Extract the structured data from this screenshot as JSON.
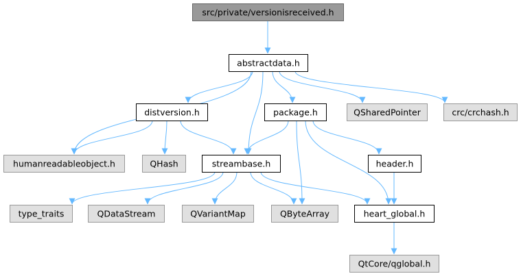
{
  "diagram": {
    "colors": {
      "edge": "#63b8ff",
      "node_border": "#000000",
      "node_fill": "#ffffff",
      "external_fill": "#e0e0e0",
      "external_border": "#999999",
      "root_fill": "#999999",
      "root_border": "#666666",
      "text": "#000000"
    },
    "nodes": [
      {
        "id": "versionisreceived",
        "label": "src/private/versionisreceived.h",
        "kind": "root"
      },
      {
        "id": "abstractdata",
        "label": "abstractdata.h",
        "kind": "internal"
      },
      {
        "id": "distversion",
        "label": "distversion.h",
        "kind": "internal"
      },
      {
        "id": "package",
        "label": "package.h",
        "kind": "internal"
      },
      {
        "id": "qsharedpointer",
        "label": "QSharedPointer",
        "kind": "external"
      },
      {
        "id": "crchash",
        "label": "crc/crchash.h",
        "kind": "external"
      },
      {
        "id": "humanreadable",
        "label": "humanreadableobject.h",
        "kind": "external"
      },
      {
        "id": "qhash",
        "label": "QHash",
        "kind": "external"
      },
      {
        "id": "streambase",
        "label": "streambase.h",
        "kind": "internal"
      },
      {
        "id": "header",
        "label": "header.h",
        "kind": "internal"
      },
      {
        "id": "typetraits",
        "label": "type_traits",
        "kind": "external"
      },
      {
        "id": "qdatastream",
        "label": "QDataStream",
        "kind": "external"
      },
      {
        "id": "qvariantmap",
        "label": "QVariantMap",
        "kind": "external"
      },
      {
        "id": "qbytearray",
        "label": "QByteArray",
        "kind": "external"
      },
      {
        "id": "heartglobal",
        "label": "heart_global.h",
        "kind": "internal"
      },
      {
        "id": "qglobal",
        "label": "QtCore/qglobal.h",
        "kind": "external"
      }
    ],
    "edges": [
      {
        "from": "versionisreceived",
        "to": "abstractdata"
      },
      {
        "from": "abstractdata",
        "to": "humanreadable"
      },
      {
        "from": "abstractdata",
        "to": "distversion"
      },
      {
        "from": "abstractdata",
        "to": "streambase"
      },
      {
        "from": "abstractdata",
        "to": "package"
      },
      {
        "from": "abstractdata",
        "to": "qsharedpointer"
      },
      {
        "from": "abstractdata",
        "to": "crchash"
      },
      {
        "from": "distversion",
        "to": "humanreadable"
      },
      {
        "from": "distversion",
        "to": "qhash"
      },
      {
        "from": "distversion",
        "to": "streambase"
      },
      {
        "from": "package",
        "to": "streambase"
      },
      {
        "from": "package",
        "to": "qbytearray"
      },
      {
        "from": "package",
        "to": "header"
      },
      {
        "from": "package",
        "to": "heartglobal"
      },
      {
        "from": "streambase",
        "to": "typetraits"
      },
      {
        "from": "streambase",
        "to": "qdatastream"
      },
      {
        "from": "streambase",
        "to": "qvariantmap"
      },
      {
        "from": "streambase",
        "to": "qbytearray"
      },
      {
        "from": "streambase",
        "to": "heartglobal"
      },
      {
        "from": "header",
        "to": "heartglobal"
      },
      {
        "from": "heartglobal",
        "to": "qglobal"
      }
    ]
  }
}
